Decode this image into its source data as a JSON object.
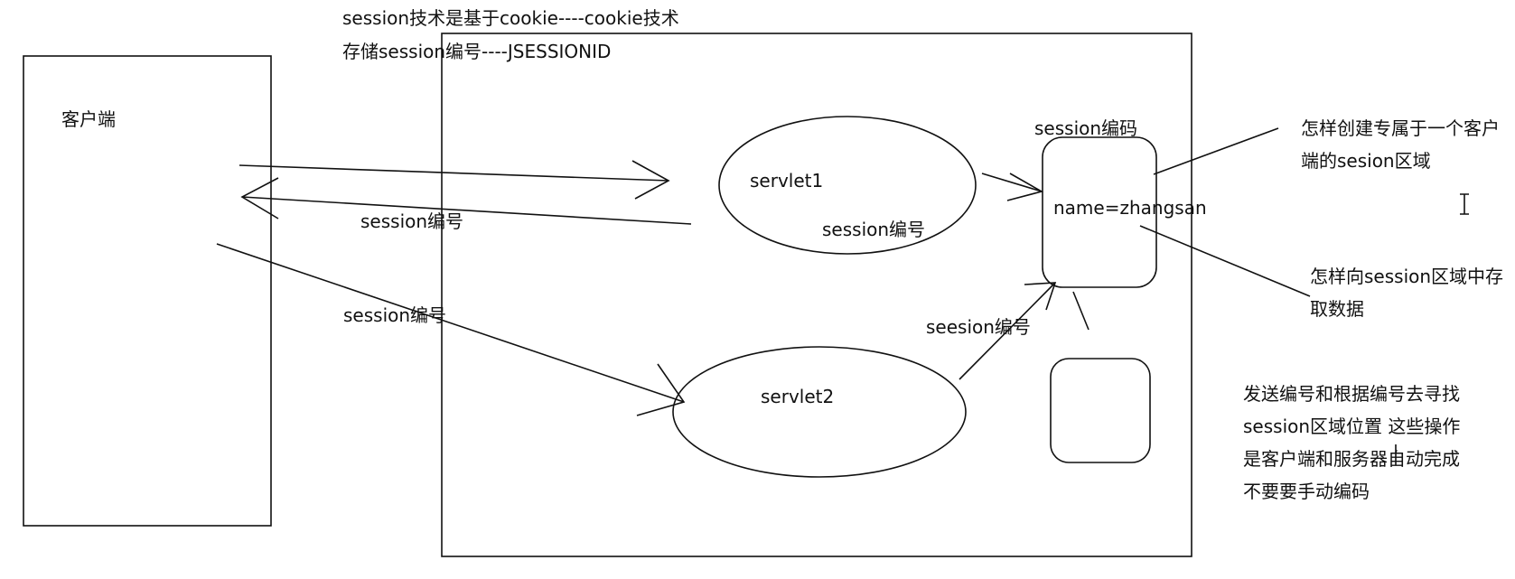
{
  "header": {
    "line1": "session技术是基于cookie----cookie技术",
    "line2": "存储session编号----JSESSIONID"
  },
  "client": {
    "label": "客户端"
  },
  "server": {
    "servlet1": "servlet1",
    "servlet2": "servlet2",
    "session_area_title": "session编码",
    "session_area_value": "name=zhangsan"
  },
  "arrows": {
    "response_label": "session编号",
    "request2_label": "session编号",
    "servlet1_inner_label": "session编号",
    "servlet2_to_area_label": "seesion编号"
  },
  "notes": {
    "create_area": "怎样创建专属于一个客户端的sesion区域",
    "store_data": "怎样向session区域中存取数据",
    "auto_ops": "发送编号和根据编号去寻找session区域位置 这些操作是客户端和服务器自动完成 不要要手动编码"
  }
}
